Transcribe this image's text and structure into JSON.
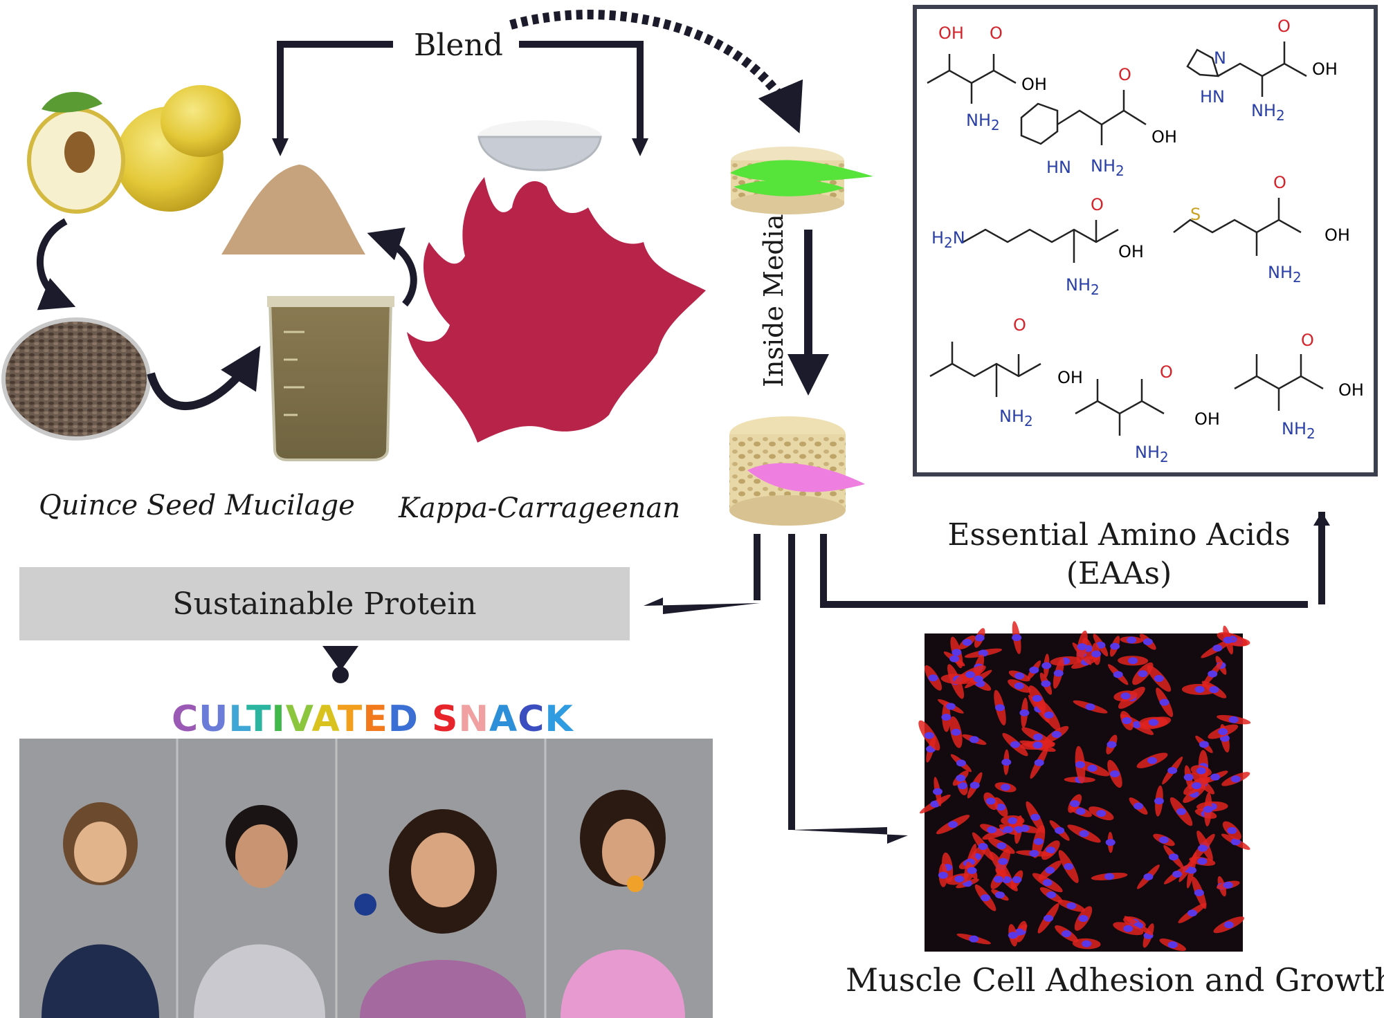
{
  "labels": {
    "blend": "Blend",
    "inside_media": "Inside Media",
    "quince": "Quince Seed Mucilage",
    "kappa": "Kappa-Carrageenan",
    "protein": "Sustainable Protein",
    "eaa_line1": "Essential Amino Acids",
    "eaa_line2": "(EAAs)",
    "muscle": "Muscle Cell Adhesion and Growth"
  },
  "snack": {
    "letters": [
      {
        "ch": "C",
        "color": "#9b59b6"
      },
      {
        "ch": "U",
        "color": "#6a7bd8"
      },
      {
        "ch": "L",
        "color": "#3fa7d6"
      },
      {
        "ch": "T",
        "color": "#2bb5a0"
      },
      {
        "ch": "I",
        "color": "#41b84a"
      },
      {
        "ch": "V",
        "color": "#8cc63f"
      },
      {
        "ch": "A",
        "color": "#d9c21d"
      },
      {
        "ch": "T",
        "color": "#f29f1d"
      },
      {
        "ch": "E",
        "color": "#f27a1d"
      },
      {
        "ch": "D",
        "color": "#3b6fd4"
      },
      {
        "ch": " ",
        "color": "#000000"
      },
      {
        "ch": "S",
        "color": "#e8242b"
      },
      {
        "ch": "N",
        "color": "#f0a0a0"
      },
      {
        "ch": "A",
        "color": "#2d8fd8"
      },
      {
        "ch": "C",
        "color": "#3a4ec0"
      },
      {
        "ch": "K",
        "color": "#2f9be0"
      }
    ]
  },
  "chem": {
    "oh": "OH",
    "o": "O",
    "nh2": "NH",
    "sub2": "2",
    "h2n": "H",
    "n": "N",
    "hn": "HN",
    "s": "S"
  },
  "colors": {
    "arrow": "#1b1b2b",
    "seaweed": "#b8234a",
    "scaffold_green": "#56e33a",
    "scaffold_pink": "#ee7fe0",
    "cell_red": "#e0231f",
    "nucleus_blue": "#5a38e8"
  }
}
